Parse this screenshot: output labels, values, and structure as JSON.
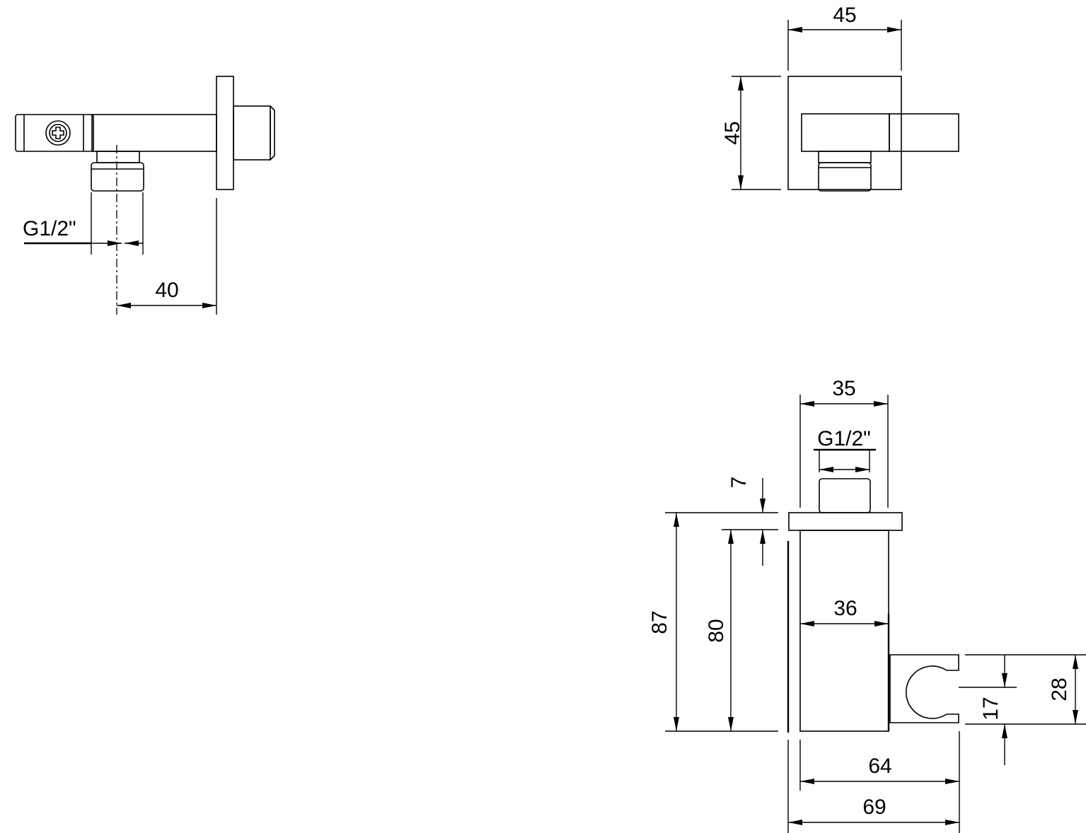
{
  "views": {
    "side": {
      "thread": "G1/2\"",
      "depth": "40"
    },
    "top": {
      "width": "45",
      "height": "45"
    },
    "front": {
      "width_top": "35",
      "thread": "G1/2\"",
      "nipple": "7",
      "height_total": "87",
      "height_body": "80",
      "body_width": "36",
      "holder_center": "17",
      "holder_height": "28",
      "projection_body": "64",
      "projection_total": "69"
    }
  }
}
